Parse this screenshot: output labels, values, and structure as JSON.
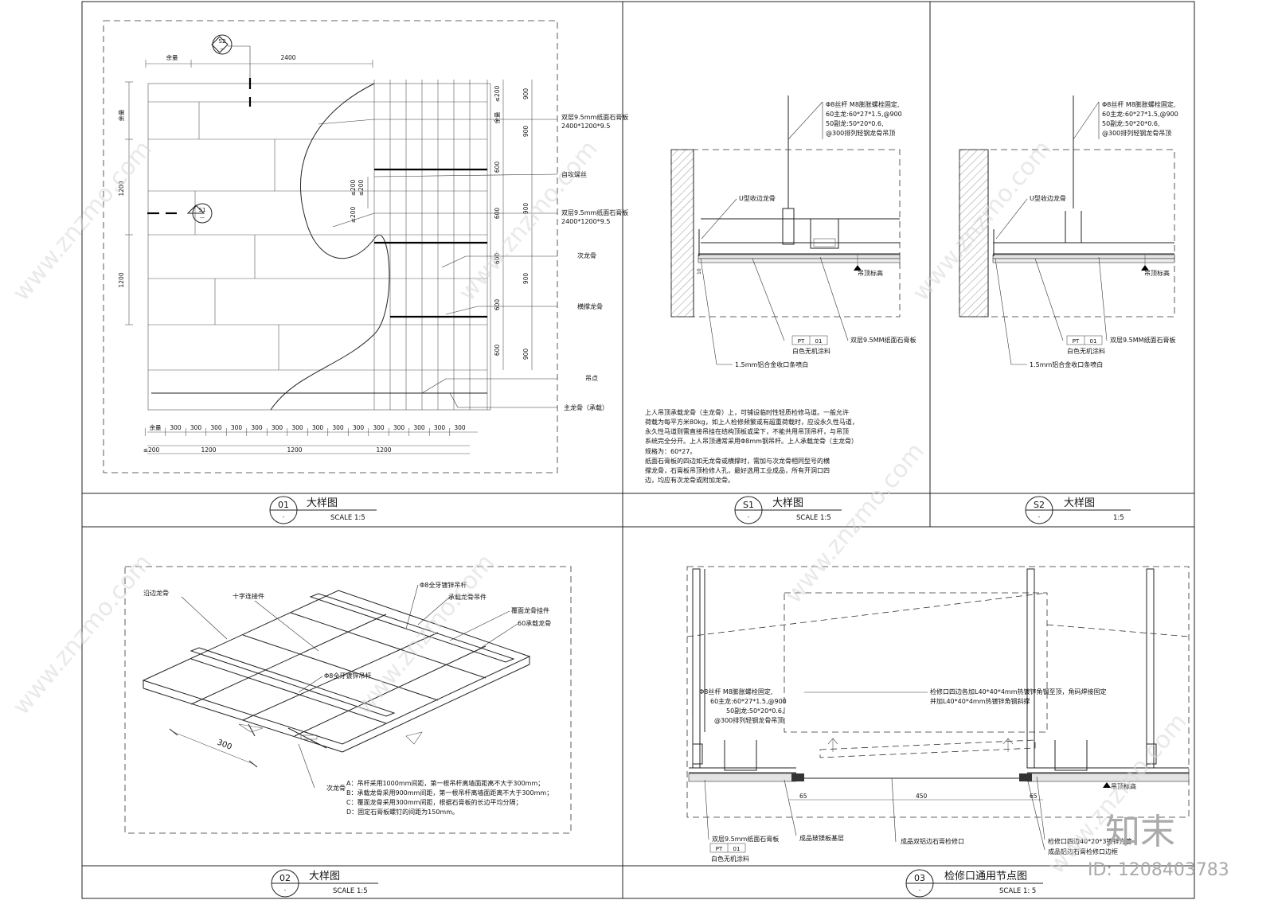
{
  "watermark": {
    "text": "www.znzmo.com",
    "brand_logo": "知末",
    "id_label": "ID: 1208403783"
  },
  "panel_01": {
    "bubble_num": "01",
    "bubble_sub": "-",
    "title": "大样图",
    "scale": "SCALE 1:5",
    "section_marks": [
      {
        "num": "S2",
        "sub": "—"
      },
      {
        "num": "S1",
        "sub": "—"
      }
    ],
    "top_dims": [
      "余量",
      "2400"
    ],
    "left_dims": [
      "余量",
      "1200",
      "1200"
    ],
    "right_dims_small": [
      "≤200",
      "余量",
      "600",
      "600",
      "600",
      "600",
      "600"
    ],
    "right_dims_large": [
      "900",
      "900",
      "900",
      "900",
      "900"
    ],
    "inner_dims": [
      "≤200",
      "≤200",
      "≤200"
    ],
    "bottom_dims_row1": [
      "余量",
      "300",
      "300",
      "300",
      "300",
      "300",
      "300",
      "300",
      "300",
      "300",
      "300",
      "300",
      "300",
      "300",
      "300",
      "300"
    ],
    "bottom_dims_row2": [
      "≤200",
      "1200",
      "1200",
      "1200"
    ],
    "labels": [
      {
        "line1": "双层9.5mm纸面石膏板",
        "line2": "2400*1200*9.5"
      },
      {
        "line1": "自攻螺丝",
        "line2": ""
      },
      {
        "line1": "双层9.5mm纸面石膏板",
        "line2": "2400*1200*9.5"
      },
      {
        "line1": "次龙骨",
        "line2": ""
      },
      {
        "line1": "横撑龙骨",
        "line2": ""
      },
      {
        "line1": "吊点",
        "line2": ""
      },
      {
        "line1": "主龙骨（承载）",
        "line2": ""
      }
    ]
  },
  "panel_s1": {
    "bubble_num": "S1",
    "bubble_sub": "-",
    "title": "大样图",
    "scale": "SCALE 1:5",
    "rod_note": [
      "Φ8丝杆 M8膨胀螺栓固定,",
      "60主龙:60*27*1.5,@900",
      "50副龙:50*20*0.6,",
      "@300排列轻钢龙骨吊顶"
    ],
    "u_keel": "U型收边龙骨",
    "ceiling_level": "吊顶标高",
    "pt_code": [
      "PT",
      "01"
    ],
    "coating": "白色无机涂料",
    "board": "双层9.5MM纸面石膏板",
    "trim": "1.5mm铝合金收口条喷白",
    "dim_small": "10",
    "notes": [
      "上人吊顶承载龙骨（主龙骨）上，可铺设临时性轻质检修马道。一般允许",
      "荷载为每平方米80kg，如上人检修频繁或有超重荷载时，应设永久性马道，",
      "永久性马道则需直接吊挂在结构顶板或梁下，不能共用吊顶吊杆，与吊顶",
      "系统完全分开。上人吊顶通常采用Φ8mm钢吊杆。上人承载龙骨（主龙骨）",
      "规格为：60*27。",
      "纸面石膏板的四边如无龙骨或横撑时，需加与次龙骨相同型号的横",
      "撑龙骨，石膏板吊顶检修人孔，最好选用工业成品，所有开洞口四",
      "边，均应有次龙骨或附加龙骨。"
    ]
  },
  "panel_s2": {
    "bubble_num": "S2",
    "bubble_sub": "-",
    "title": "大样图",
    "scale": "1:5",
    "rod_note": [
      "Φ8丝杆 M8膨胀螺栓固定,",
      "60主龙:60*27*1.5,@900",
      "50副龙:50*20*0.6,",
      "@300排列轻钢龙骨吊顶"
    ],
    "u_keel": "U型收边龙骨",
    "ceiling_level": "吊顶标高",
    "pt_code": [
      "PT",
      "01"
    ],
    "coating": "白色无机涂料",
    "board": "双层9.5MM纸面石膏板",
    "trim": "1.5mm铝合金收口条喷白"
  },
  "panel_02": {
    "bubble_num": "02",
    "bubble_sub": "-",
    "title": "大样图",
    "scale": "SCALE 1:5",
    "labels": [
      "沿边龙骨",
      "十字连接件",
      "Φ8全牙镀锌吊杆",
      "承载龙骨吊件",
      "覆面龙骨挂件",
      "60承载龙骨",
      "Φ8全牙镀锌吊杆",
      "次龙骨"
    ],
    "dim": "300",
    "notes": [
      "A：吊杆采用1000mm间距，第一根吊杆离墙面距离不大于300mm；",
      "B：承载龙骨采用900mm间距，第一根吊杆离墙面距离不大于300mm；",
      "C：覆面龙骨采用300mm间距，根据石膏板的长边平均分隔；",
      "D：固定石膏板螺钉的间距为150mm。"
    ]
  },
  "panel_03": {
    "bubble_num": "03",
    "bubble_sub": "-",
    "title": "检修口通用节点图",
    "scale": "SCALE 1: 5",
    "rod_note": [
      "Φ8丝杆 M8膨胀螺栓固定,",
      "60主龙:60*27*1.5,@900",
      "50副龙:50*20*0.6,",
      "@300排列轻钢龙骨吊顶"
    ],
    "frame_note": [
      "检修口四边各加L40*40*4mm热镀锌角钢至顶，角码焊接固定",
      "并加L40*40*4mm热镀锌角钢斜撑"
    ],
    "dims": [
      "65",
      "450",
      "65"
    ],
    "ceiling_level": "吊顶标高",
    "board": "双层9.5mm纸面石膏板",
    "pt_code": [
      "PT",
      "01"
    ],
    "coating": "白色无机涂料",
    "base": "成品玻镁板基层",
    "hatch": "成品双铝边石膏检修口",
    "frame1": "检修口四边40*20*3镀锌方管",
    "frame2": "成品铝边石膏检修口边框"
  }
}
